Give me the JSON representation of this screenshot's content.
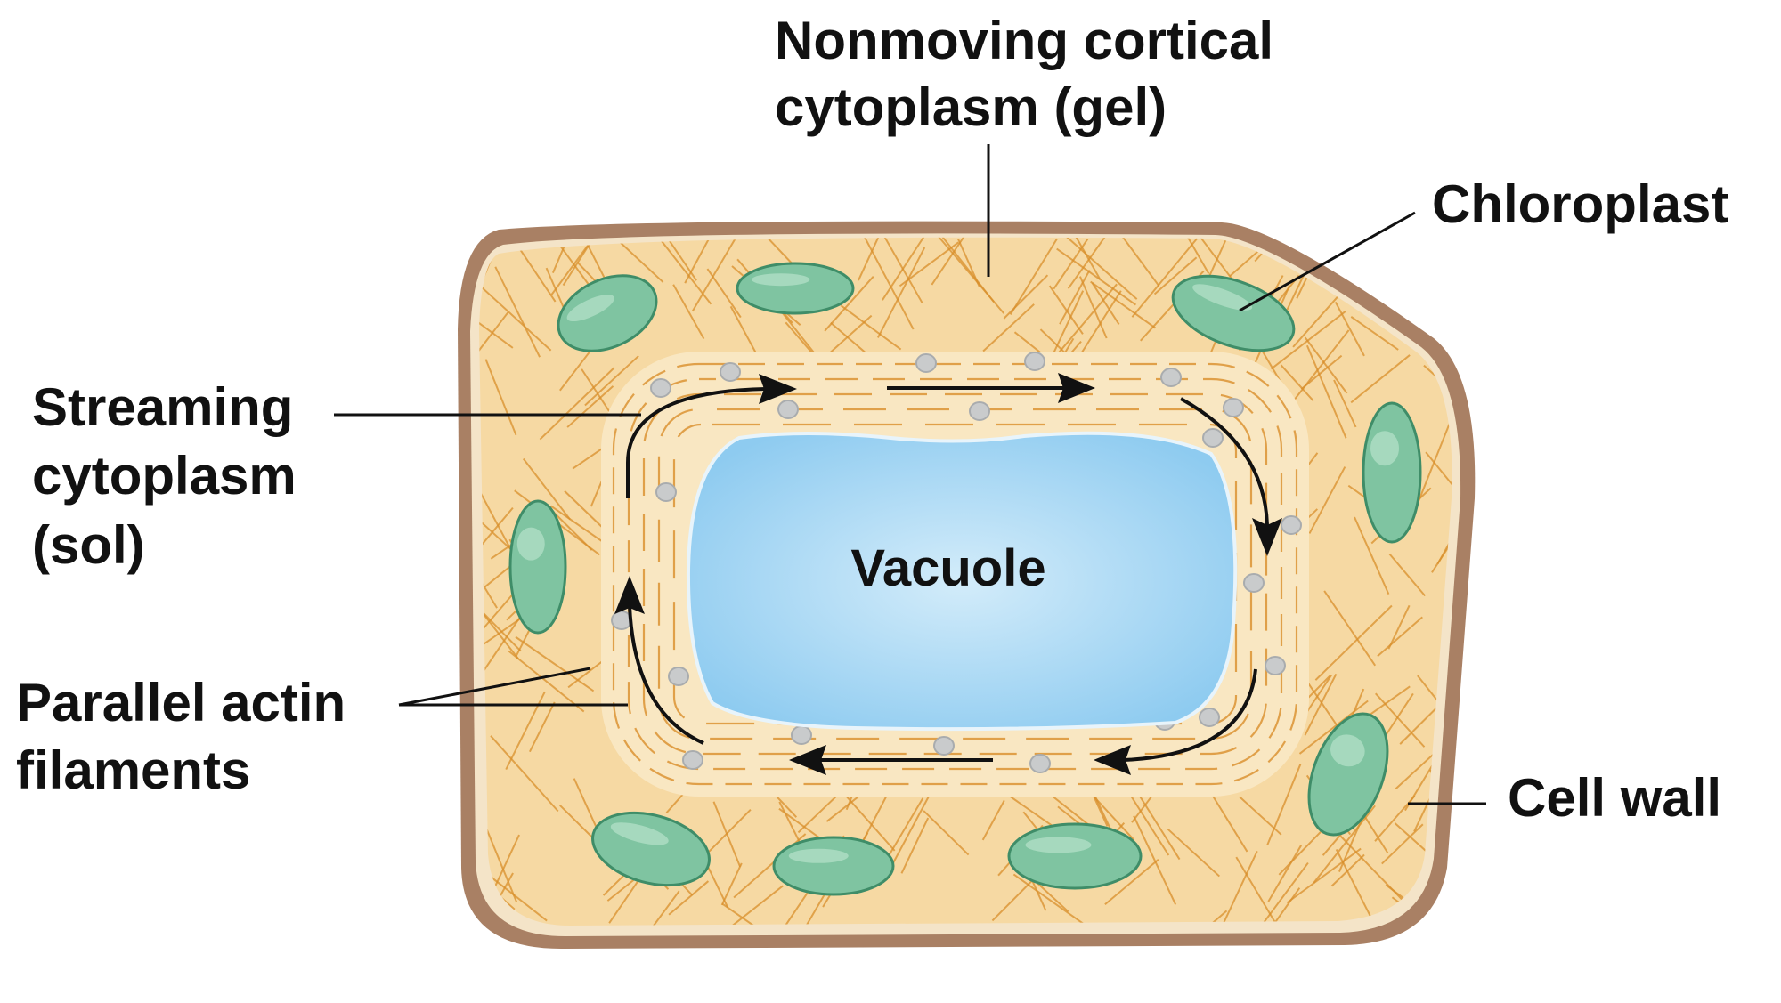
{
  "labels": {
    "nonmoving_line1": "Nonmoving cortical",
    "nonmoving_line2": "cytoplasm (gel)",
    "chloroplast": "Chloroplast",
    "streaming_line1": "Streaming",
    "streaming_line2": "cytoplasm",
    "streaming_line3": "(sol)",
    "actin_line1": "Parallel actin",
    "actin_line2": "filaments",
    "cell_wall": "Cell wall",
    "vacuole": "Vacuole"
  },
  "colors": {
    "cell_wall": "#a98064",
    "cytoplasm": "#f6d9a3",
    "streaming": "#f9e7c2",
    "filament": "#d98f2b",
    "vacuole": "#9fd3f1",
    "chloroplast": "#7fc4a1",
    "chloroplast_edge": "#3f8d68"
  }
}
